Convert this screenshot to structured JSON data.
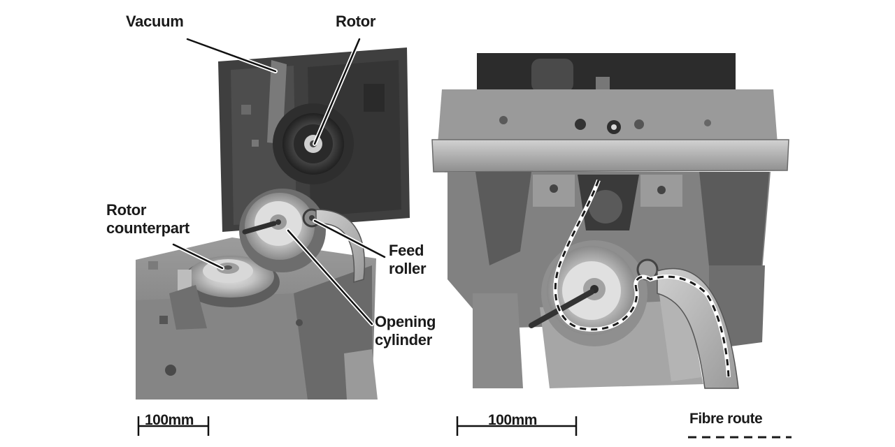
{
  "left_photo": {
    "labels": {
      "vacuum": "Vacuum",
      "rotor": "Rotor",
      "rotor_counterpart_line1": "Rotor",
      "rotor_counterpart_line2": "counterpart",
      "feed_roller_line1": "Feed",
      "feed_roller_line2": "roller",
      "opening_cylinder_line1": "Opening",
      "opening_cylinder_line2": "cylinder"
    },
    "scale_bar": "100mm"
  },
  "right_photo": {
    "scale_bar": "100mm"
  },
  "legend": {
    "fibre_route": "Fibre route"
  }
}
